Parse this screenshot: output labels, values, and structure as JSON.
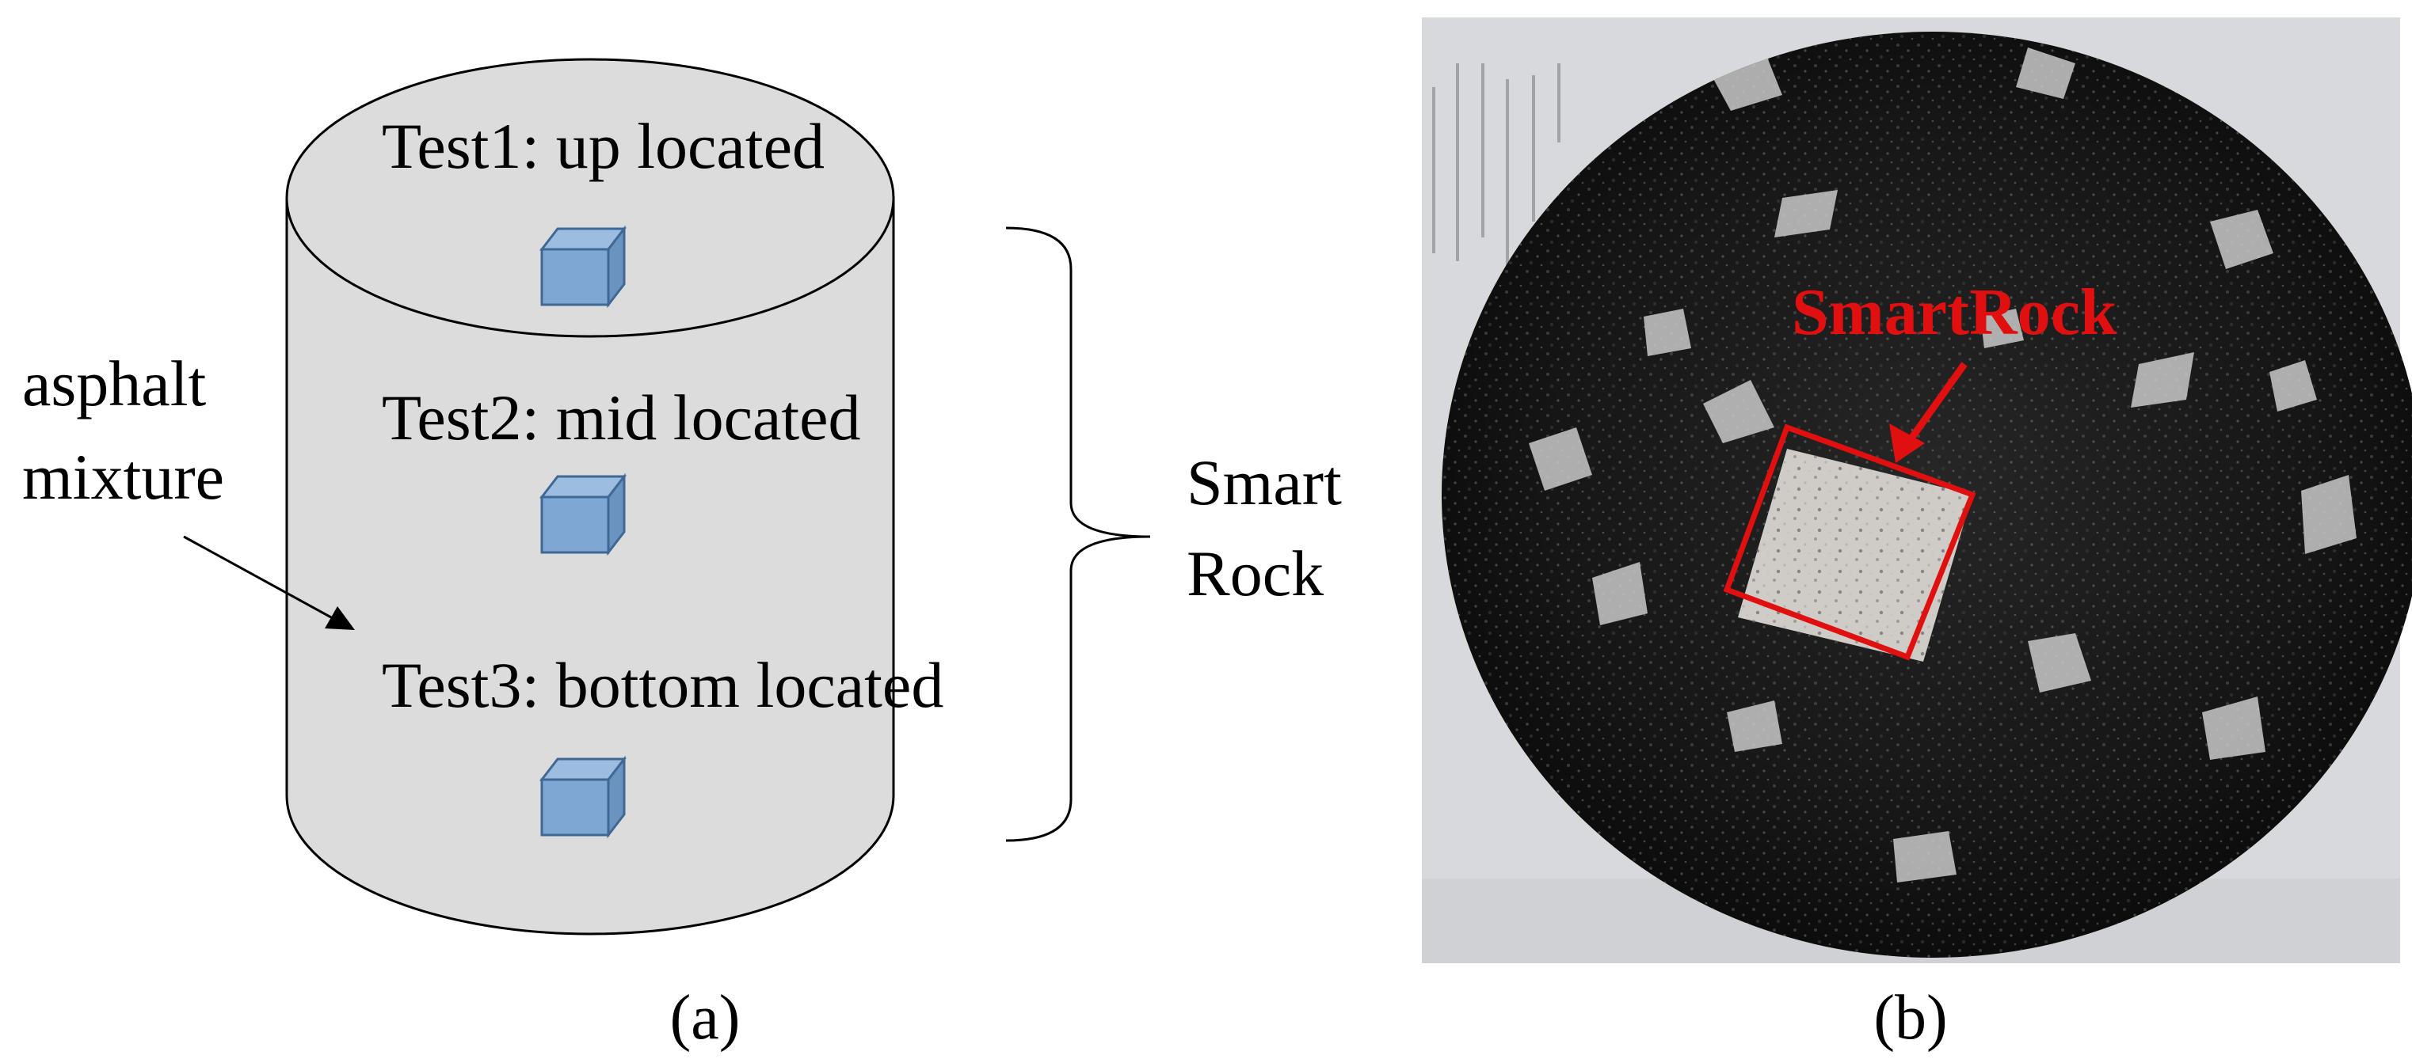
{
  "panel_a": {
    "tests": [
      {
        "label": "Test1: up located"
      },
      {
        "label": "Test2: mid located"
      },
      {
        "label": "Test3: bottom located"
      }
    ],
    "material_label_line1": "asphalt",
    "material_label_line2": "mixture",
    "brace_label_line1": "Smart",
    "brace_label_line2": "Rock",
    "caption": "(a)"
  },
  "panel_b": {
    "callout_label": "SmartRock",
    "caption": "(b)"
  },
  "colors": {
    "cylinder_fill": "#dcdcdc",
    "cube_fill": "#7fa7d3",
    "cube_stroke": "#3f6894",
    "callout": "#e01010",
    "asphalt": "#141414"
  }
}
